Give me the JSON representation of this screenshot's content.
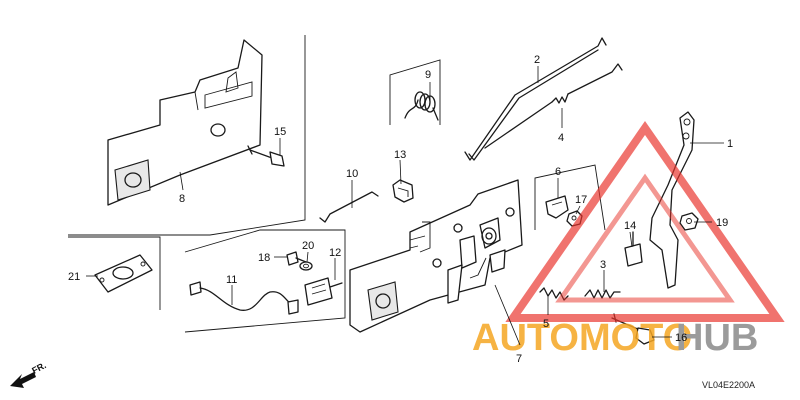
{
  "diagram": {
    "code": "VL04E2200A",
    "direction_label": "FR.",
    "callouts": [
      {
        "id": "c1",
        "label": "1"
      },
      {
        "id": "c2",
        "label": "2"
      },
      {
        "id": "c3",
        "label": "3"
      },
      {
        "id": "c4",
        "label": "4"
      },
      {
        "id": "c5",
        "label": "5"
      },
      {
        "id": "c6",
        "label": "6"
      },
      {
        "id": "c7",
        "label": "7"
      },
      {
        "id": "c8",
        "label": "8"
      },
      {
        "id": "c9",
        "label": "9"
      },
      {
        "id": "c10",
        "label": "10"
      },
      {
        "id": "c11",
        "label": "11"
      },
      {
        "id": "c12",
        "label": "12"
      },
      {
        "id": "c13",
        "label": "13"
      },
      {
        "id": "c14",
        "label": "14"
      },
      {
        "id": "c15",
        "label": "15"
      },
      {
        "id": "c16",
        "label": "16"
      },
      {
        "id": "c17",
        "label": "17"
      },
      {
        "id": "c18",
        "label": "18"
      },
      {
        "id": "c19",
        "label": "19"
      },
      {
        "id": "c20",
        "label": "20"
      },
      {
        "id": "c21",
        "label": "21"
      }
    ]
  },
  "watermark": {
    "word_a": "AUTOMOTO",
    "word_b": "HUB",
    "color_a": "#f5a623",
    "color_b": "#8a8a8a",
    "triangle_color": "#e8322a"
  }
}
